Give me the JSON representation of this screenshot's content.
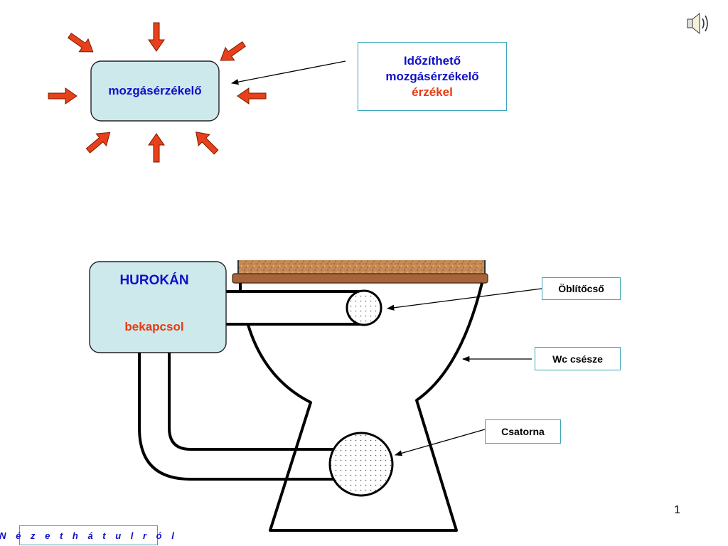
{
  "sensor": {
    "label": "mozgásérzékelő"
  },
  "timer_callout": {
    "line1": "Időzíthető",
    "line2": "mozgásérzékelő",
    "line3": "érzékel"
  },
  "loop_box": {
    "title": "HUROKÁN",
    "subtitle": "bekapcsol"
  },
  "labels": {
    "flush_pipe": "Öblítőcső",
    "bowl": "Wc csésze",
    "drain": "Csatorna"
  },
  "view_caption": "N é z e t h á t u l r ó l",
  "page_number": "1",
  "icons": {
    "speaker": "speaker-icon",
    "arrows": "red-arrow-icon"
  },
  "colors": {
    "box_fill": "#cde9ec",
    "label_blue": "#1010c8",
    "label_red": "#e83a10",
    "arrow_fill": "#e8401a",
    "border_teal": "#3aa6b9",
    "wood": "#a5643a",
    "cork": "#c58a55"
  }
}
